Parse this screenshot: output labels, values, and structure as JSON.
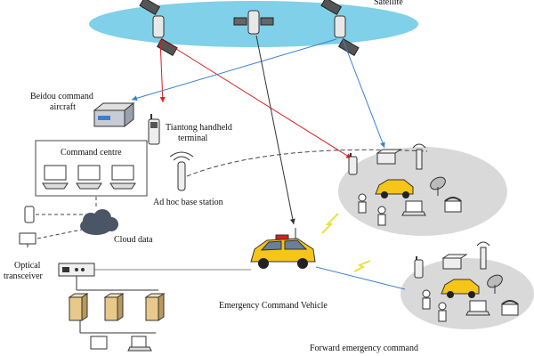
{
  "labels": {
    "satellite": "Satellite",
    "beidou": "Beidou command aircraft",
    "beidou_l1": "Beidou command",
    "beidou_l2": "aircraft",
    "tiantong_l1": "Tiantong handheld",
    "tiantong_l2": "terminal",
    "command_centre": "Command centre",
    "adhoc": "Ad hoc base station",
    "cloud": "Cloud data",
    "optical_l1": "Optical",
    "optical_l2": "transceiver",
    "vehicle": "Emergency Command Vehicle",
    "forward": "Forward emergency command"
  },
  "colors": {
    "sky": "#7fd0e8",
    "red_link": "#d62020",
    "blue_link": "#3a7fd0",
    "dark_link": "#333333",
    "zone": "#d9d9d9",
    "vehicle": "#f5c518",
    "wireless": "#e9e23a"
  },
  "icons": {
    "satellites": [
      "satellite-icon",
      "satellite-icon",
      "satellite-icon"
    ],
    "beidou": "beidou-device-icon",
    "tiantong": "handheld-phone-icon",
    "monitors": [
      "computer-monitor-icon",
      "computer-monitor-icon",
      "computer-monitor-icon"
    ],
    "adhoc": "antenna-tower-icon",
    "cloud": "cloud-icon",
    "optical": "optical-transceiver-icon",
    "servers": [
      "server-icon",
      "server-icon",
      "server-icon"
    ],
    "vehicle": "emergency-vehicle-icon"
  }
}
